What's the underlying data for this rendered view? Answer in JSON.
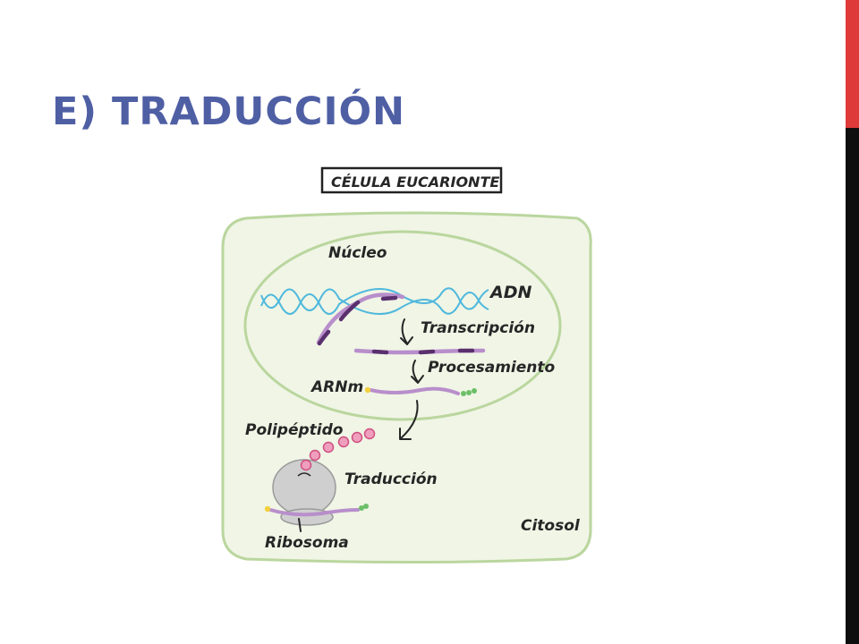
{
  "slide": {
    "title": "E) TRADUCCIÓN"
  },
  "diagram": {
    "cell_title": "CÉLULA EUCARIONTE",
    "labels": {
      "nucleus": "Núcleo",
      "dna": "ADN",
      "transcription": "Transcripción",
      "processing": "Procesamiento",
      "mrna": "ARNm",
      "polypeptide": "Polipéptido",
      "translation": "Traducción",
      "ribosome": "Ribosoma",
      "cytosol": "Citosol"
    },
    "colors": {
      "title": "#4f5fa4",
      "cell_fill": "#f0f5e6",
      "cell_border": "#bad69e",
      "dna": "#4fb8dc",
      "mrna": "#b88ecb",
      "mrna_dark": "#5a2f6e",
      "polypeptide": "#e87ea4",
      "ribosome": "#cfcfcf",
      "accent_red": "#df3a3a"
    }
  }
}
